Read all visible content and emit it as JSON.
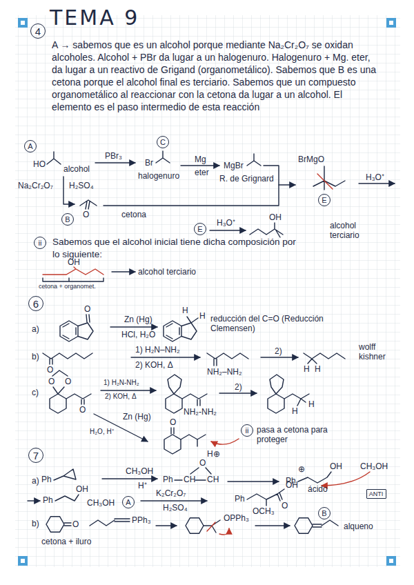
{
  "diagram": {
    "title": "TEMA 9",
    "nodes": [
      {
        "text": [
          "4"
        ]
      },
      {
        "text": [
          "A"
        ]
      },
      {
        "text": [
          "C"
        ]
      },
      {
        "text": [
          "E"
        ]
      },
      {
        "text": [
          "B"
        ]
      },
      {
        "text": [
          "E"
        ]
      },
      {
        "text": [
          "ii"
        ]
      },
      {
        "text": [
          "6"
        ]
      },
      {
        "text": [
          "ii"
        ]
      },
      {
        "text": [
          "7"
        ]
      },
      {
        "text": [
          "ANTI"
        ]
      },
      {
        "text": [
          "A"
        ]
      },
      {
        "text": [
          "B"
        ]
      }
    ],
    "labels": [
      "A → sabemos que es un alcohol porque mediante Na₂Cr₂O₇ se oxidan alcoholes. Alcohol + PBr da lugar a un halogenuro. Halogenuro + Mg. eter, da lugar a un reactivo de Grigand (organometálico). Sabemos que B es una cetona porque el alcohol final es terciario. Sabemos que un compuesto organometálico al reaccionar con la cetona da lugar a un alcohol. El elemento es el paso intermedio de esta reacción",
      "HO",
      "alcohol",
      "PBr₃",
      "Br",
      "halogenuro",
      "Mg",
      "eter",
      "MgBr",
      "R. de Grignard",
      "BrMgO",
      "H₃O⁺",
      "Na₂Cr₂O₇",
      "H₂SO₄",
      "O",
      "cetona",
      "H₃O⁺",
      "OH",
      "alcohol terciario",
      "Sabemos que el alcohol inicial tiene dicha composición por lo siguiente:",
      "OH",
      "alcohol terciario",
      "cetona + organomet.",
      "a)",
      "O",
      "Zn (Hg)",
      "HCl, H₂O",
      "H",
      "H",
      "reducción del C=O (Reducción Clemensen)",
      "b)",
      "O",
      "1) H₂N–NH₂",
      "2) KOH, Δ",
      "NH₂–NH₂",
      "2)",
      "H",
      "H",
      "wolff kishner",
      "c)",
      "O",
      "O",
      "O",
      "1) H₂N-NH₂",
      "2) KOH, Δ",
      "NH₂-NH₂",
      "2)",
      "H",
      "H",
      "Zn (Hg)",
      "H₂O, H⁺",
      "O",
      "pasa a cetona para proteger",
      "a)",
      "Ph",
      "CH₃OH",
      "H⁺",
      "Ph",
      "CH",
      "CH",
      "O",
      "H⊕",
      "Ph",
      "⊕",
      "OH",
      "CH₃OH",
      "Ph",
      "OH",
      "CH₃OH",
      "K₂Cr₂O₇",
      "H₂SO₄",
      "Ph",
      "OCH₃",
      "O",
      "OH",
      "ácido",
      "b)",
      "O",
      "PPh₃",
      "cetona + iluro",
      "OPPh₃",
      "alqueno"
    ]
  }
}
